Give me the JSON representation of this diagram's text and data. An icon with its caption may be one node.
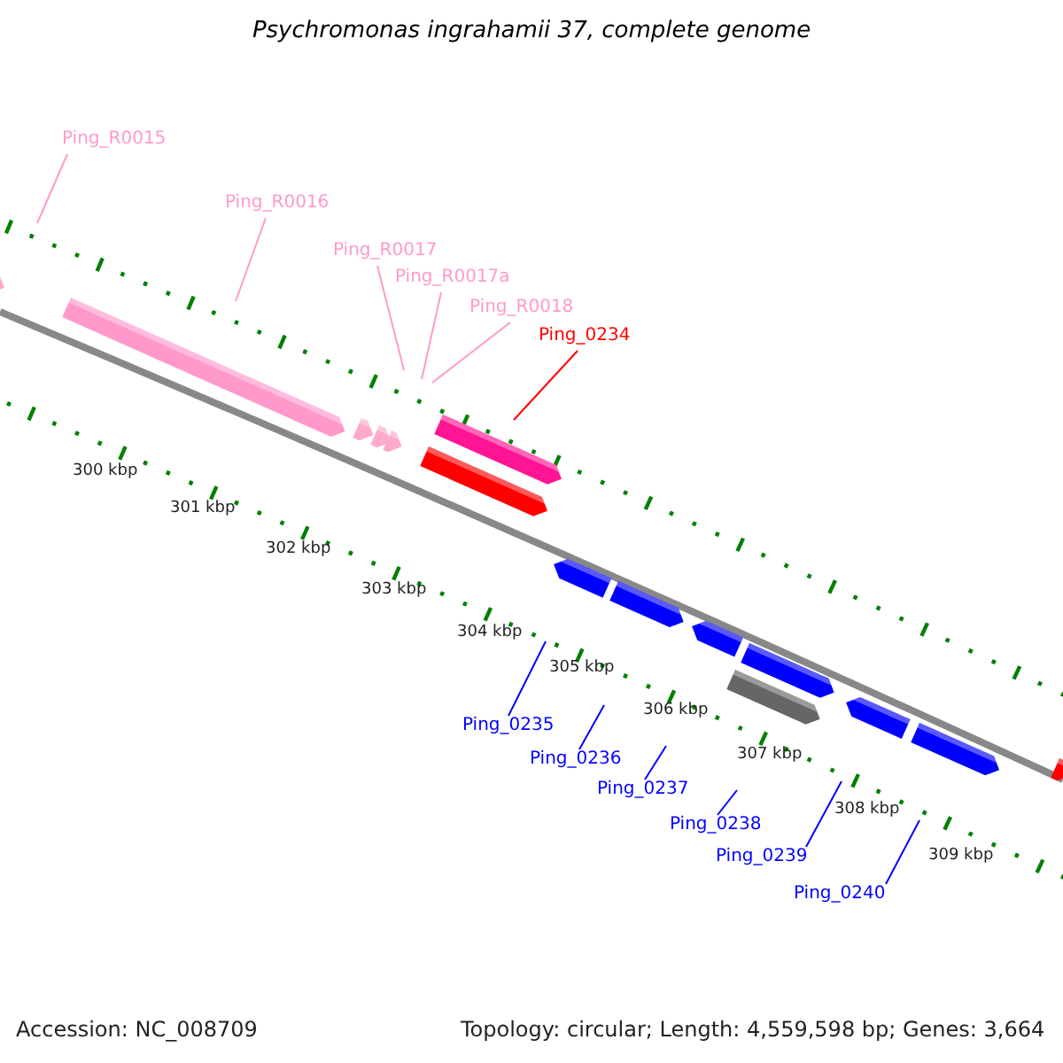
{
  "diagram": {
    "title": "Psychromonas ingrahamii 37, complete genome",
    "nodes": [
      {
        "text": [
          "Ping_R0015"
        ]
      },
      {
        "text": [
          "Ping_R0016"
        ]
      },
      {
        "text": [
          "Ping_R0017"
        ]
      },
      {
        "text": [
          "Ping_R0017a"
        ]
      },
      {
        "text": [
          "Ping_R0018"
        ]
      },
      {
        "text": [
          "Ping_0234"
        ]
      },
      {
        "text": [
          "Ping_0235"
        ]
      },
      {
        "text": [
          "Ping_0236"
        ]
      },
      {
        "text": [
          "Ping_0237"
        ]
      },
      {
        "text": [
          "Ping_0238"
        ]
      },
      {
        "text": [
          "Ping_0239"
        ]
      },
      {
        "text": [
          "Ping_0240"
        ]
      }
    ],
    "edges": [
      {
        "from": 0,
        "to": null,
        "arrow": "none",
        "color": "#ff99cc"
      },
      {
        "from": 1,
        "to": null,
        "arrow": "none",
        "color": "#ff99cc"
      },
      {
        "from": 2,
        "to": null,
        "arrow": "none",
        "color": "#ff99cc"
      },
      {
        "from": 3,
        "to": null,
        "arrow": "none",
        "color": "#ff99cc"
      },
      {
        "from": 4,
        "to": null,
        "arrow": "none",
        "color": "#ff99cc"
      },
      {
        "from": 5,
        "to": null,
        "arrow": "none",
        "color": "#ff0000"
      },
      {
        "from": 6,
        "to": null,
        "arrow": "none"
      },
      {
        "from": 7,
        "to": null,
        "arrow": "none"
      },
      {
        "from": 8,
        "to": null,
        "arrow": "none"
      },
      {
        "from": 9,
        "to": null,
        "arrow": "none"
      },
      {
        "from": 10,
        "to": null,
        "arrow": "none"
      },
      {
        "from": 11,
        "to": null,
        "arrow": "none"
      }
    ],
    "labels": [
      "300 kbp",
      "301 kbp",
      "302 kbp",
      "303 kbp",
      "304 kbp",
      "305 kbp",
      "306 kbp",
      "307 kbp",
      "308 kbp",
      "309 kbp",
      "Accession: NC_008709",
      "Topology: circular; Length: 4,559,598 bp; Genes: 3,664"
    ]
  }
}
